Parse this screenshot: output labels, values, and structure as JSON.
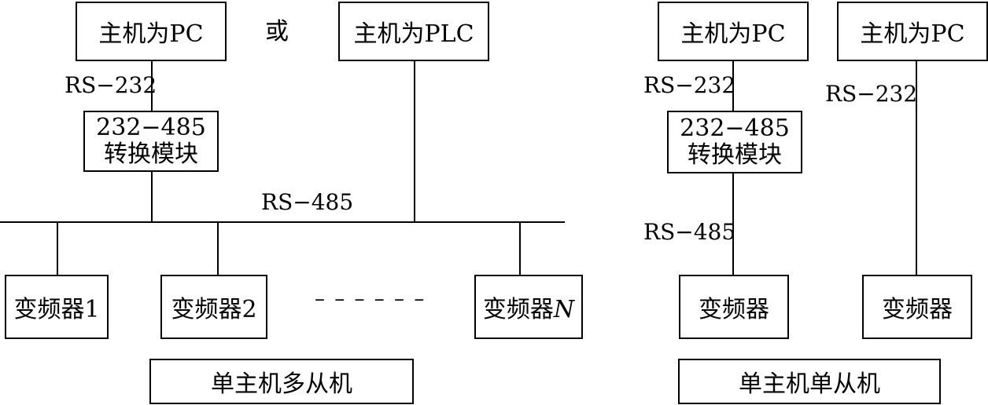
{
  "left_section": {
    "host_pc": "主机为PC",
    "or_text": "或",
    "host_plc": "主机为PLC",
    "rs232_label": "RS−232",
    "converter_line1": "232−485",
    "converter_line2": "转换模块",
    "rs485_label": "RS−485",
    "inverter1": "变频器1",
    "inverter2": "变频器2",
    "ellipsis": "– – – – – –",
    "inverterN_prefix": "变频器",
    "inverterN_suffix": "N",
    "caption": "单主机多从机"
  },
  "right_section": {
    "host_pc_a": "主机为PC",
    "rs232_label_a": "RS−232",
    "converter_line1": "232−485",
    "converter_line2": "转换模块",
    "rs485_label": "RS−485",
    "inverter_a": "变频器",
    "host_pc_b": "主机为PC",
    "rs232_label_b": "RS−232",
    "inverter_b": "变频器",
    "caption": "单主机单从机"
  }
}
